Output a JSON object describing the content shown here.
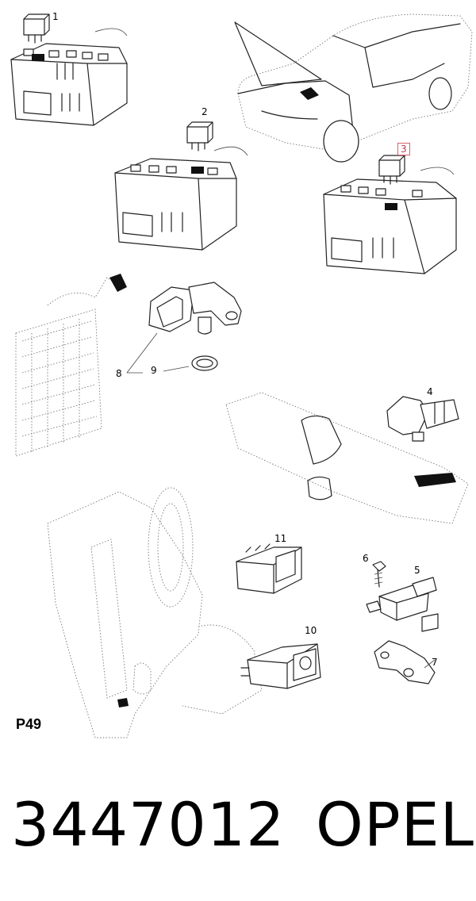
{
  "callouts": {
    "c1": "1",
    "c2": "2",
    "c3": "3",
    "c4": "4",
    "c5": "5",
    "c6": "6",
    "c7": "7",
    "c8": "8",
    "c9": "9",
    "c10": "10",
    "c11": "11"
  },
  "highlighted_callout": "3",
  "highlight_color": "#d9606b",
  "page_code": "P49",
  "part_number": "3447012",
  "brand": "OPEL",
  "icons": [
    "relay-icon",
    "car-icon",
    "fusebox-icon",
    "sensor-icon",
    "seal-ring-icon",
    "intake-manifold-icon",
    "dashboard-icon",
    "switch-icon",
    "bracket-icon",
    "bolt-icon",
    "intercooler-icon"
  ]
}
